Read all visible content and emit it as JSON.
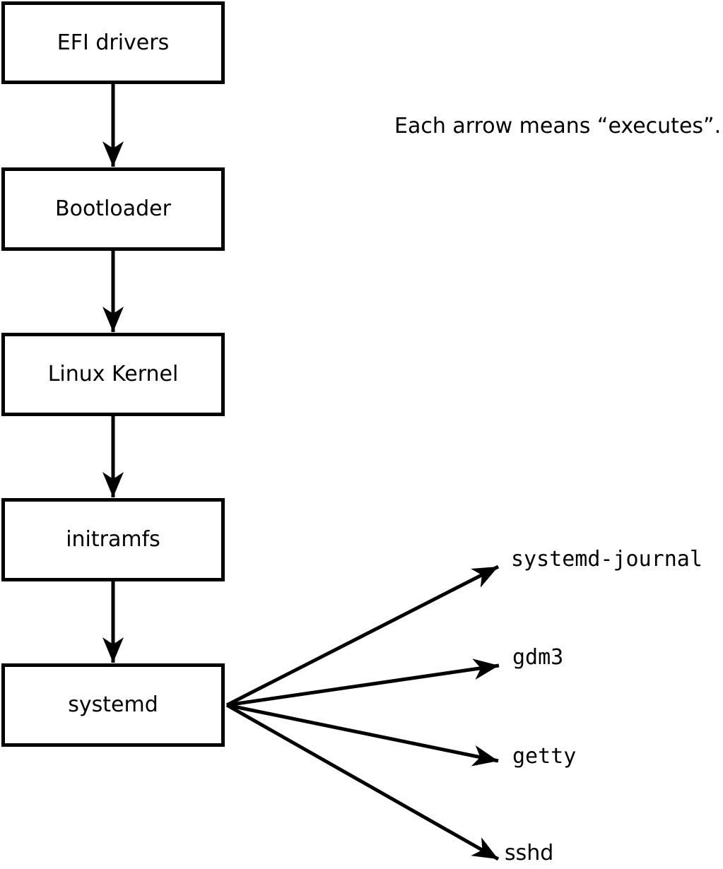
{
  "diagram": {
    "annotation": "Each arrow means “executes”.",
    "arrow_meaning": "executes",
    "boxes": [
      {
        "label": "EFI drivers"
      },
      {
        "label": "Bootloader"
      },
      {
        "label": "Linux Kernel"
      },
      {
        "label": "initramfs"
      },
      {
        "label": "systemd"
      }
    ],
    "targets": [
      {
        "label": "systemd-journal"
      },
      {
        "label": "gdm3"
      },
      {
        "label": "getty"
      },
      {
        "label": "sshd"
      }
    ],
    "colors": {
      "line": "#000000",
      "background": "#ffffff",
      "box_fill": "#ffffff",
      "text": "#000000"
    }
  }
}
